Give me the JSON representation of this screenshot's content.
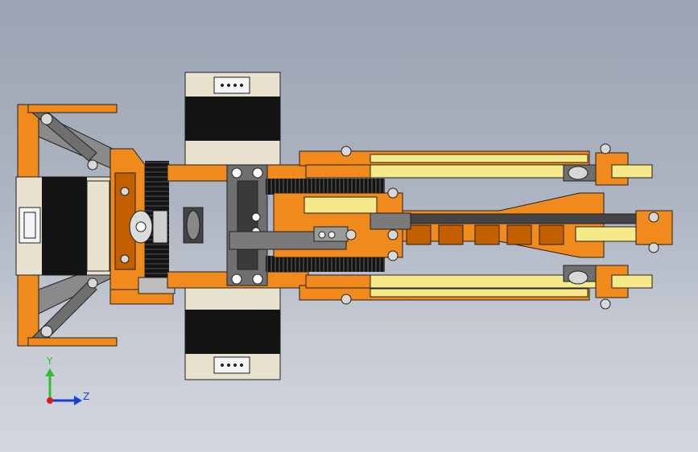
{
  "viewport": {
    "background_top": "#9aa3b2",
    "background_bottom": "#d3d7de"
  },
  "model": {
    "description_name": "robot-arm-assembly-top-view",
    "colors": {
      "orange": "#f08a1c",
      "orange_dark": "#c45f00",
      "orange_light": "#f6b040",
      "yellow": "#f6e98a",
      "motor_body": "#e8e2cf",
      "motor_black": "#141414",
      "metal": "#8a8a8a",
      "metal_dark": "#555555",
      "outline": "#202020"
    }
  },
  "triad": {
    "y_label": "Y",
    "z_label": "Z",
    "y_color": "#2fbf2f",
    "z_color": "#1a3fd6",
    "x_color": "#e01818"
  }
}
